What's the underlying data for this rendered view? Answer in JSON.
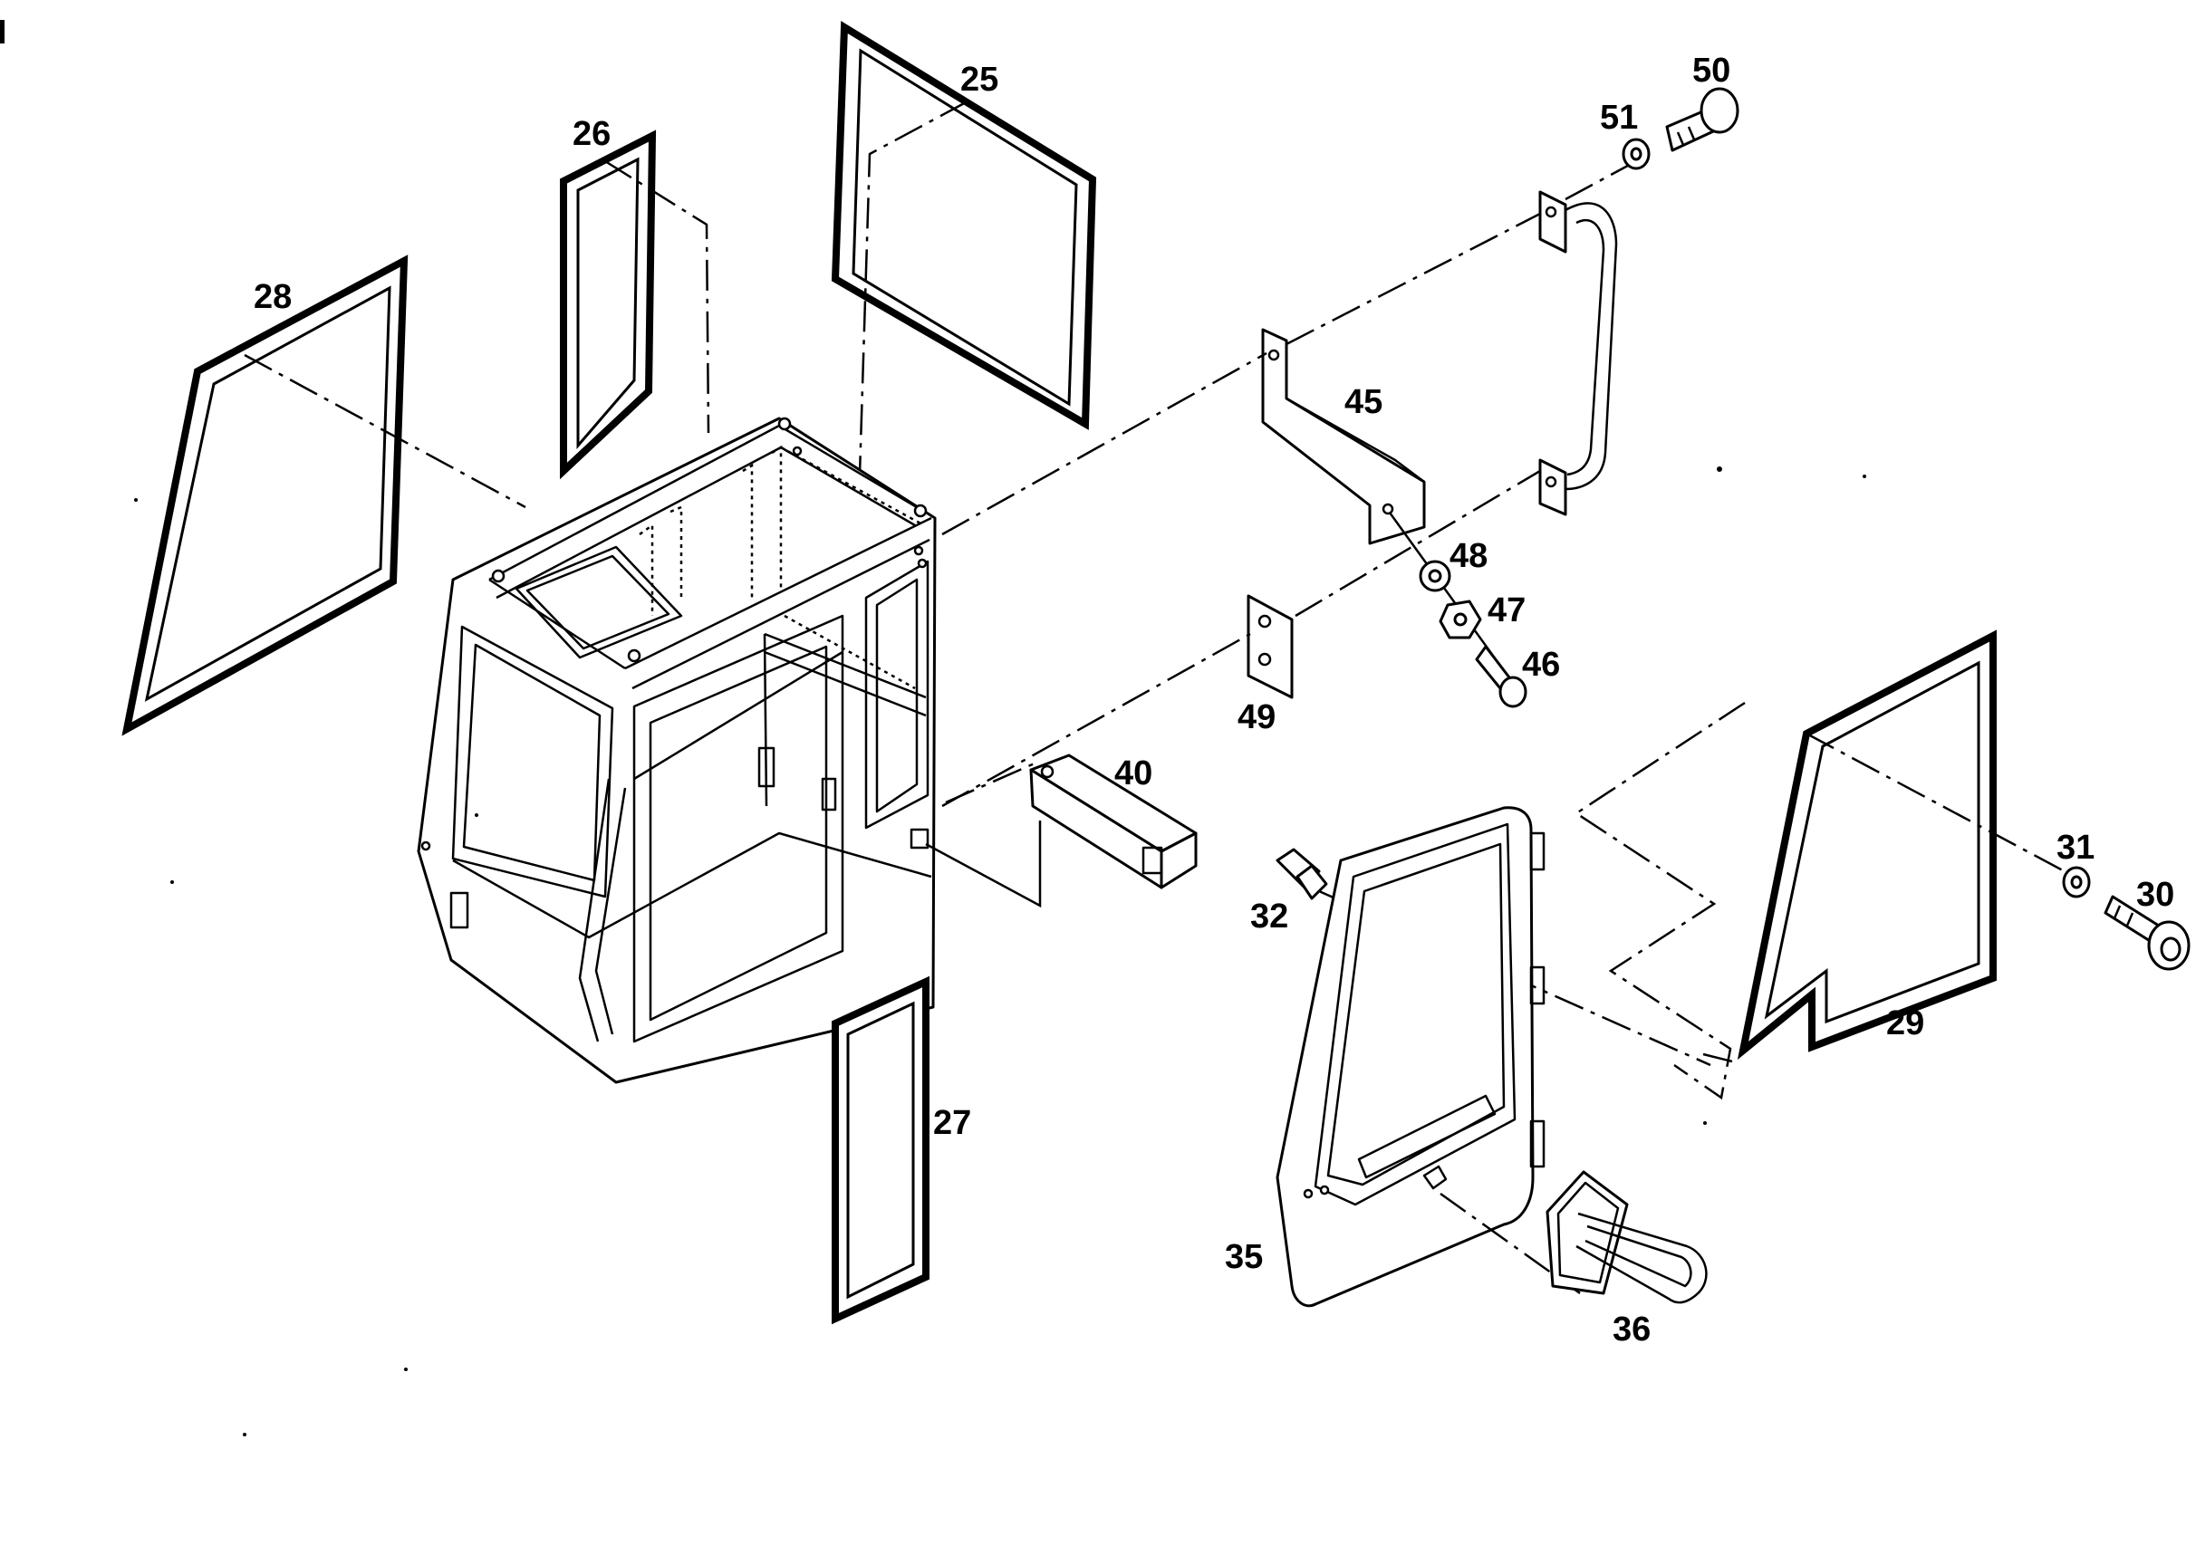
{
  "diagram": {
    "callouts": {
      "c25": "25",
      "c26": "26",
      "c27": "27",
      "c28": "28",
      "c29": "29",
      "c30": "30",
      "c31": "31",
      "c32": "32",
      "c35": "35",
      "c36": "36",
      "c40": "40",
      "c45": "45",
      "c46": "46",
      "c47": "47",
      "c48": "48",
      "c49": "49",
      "c50": "50",
      "c51": "51"
    },
    "colors": {
      "ink": "#000000",
      "paper": "#ffffff"
    }
  }
}
